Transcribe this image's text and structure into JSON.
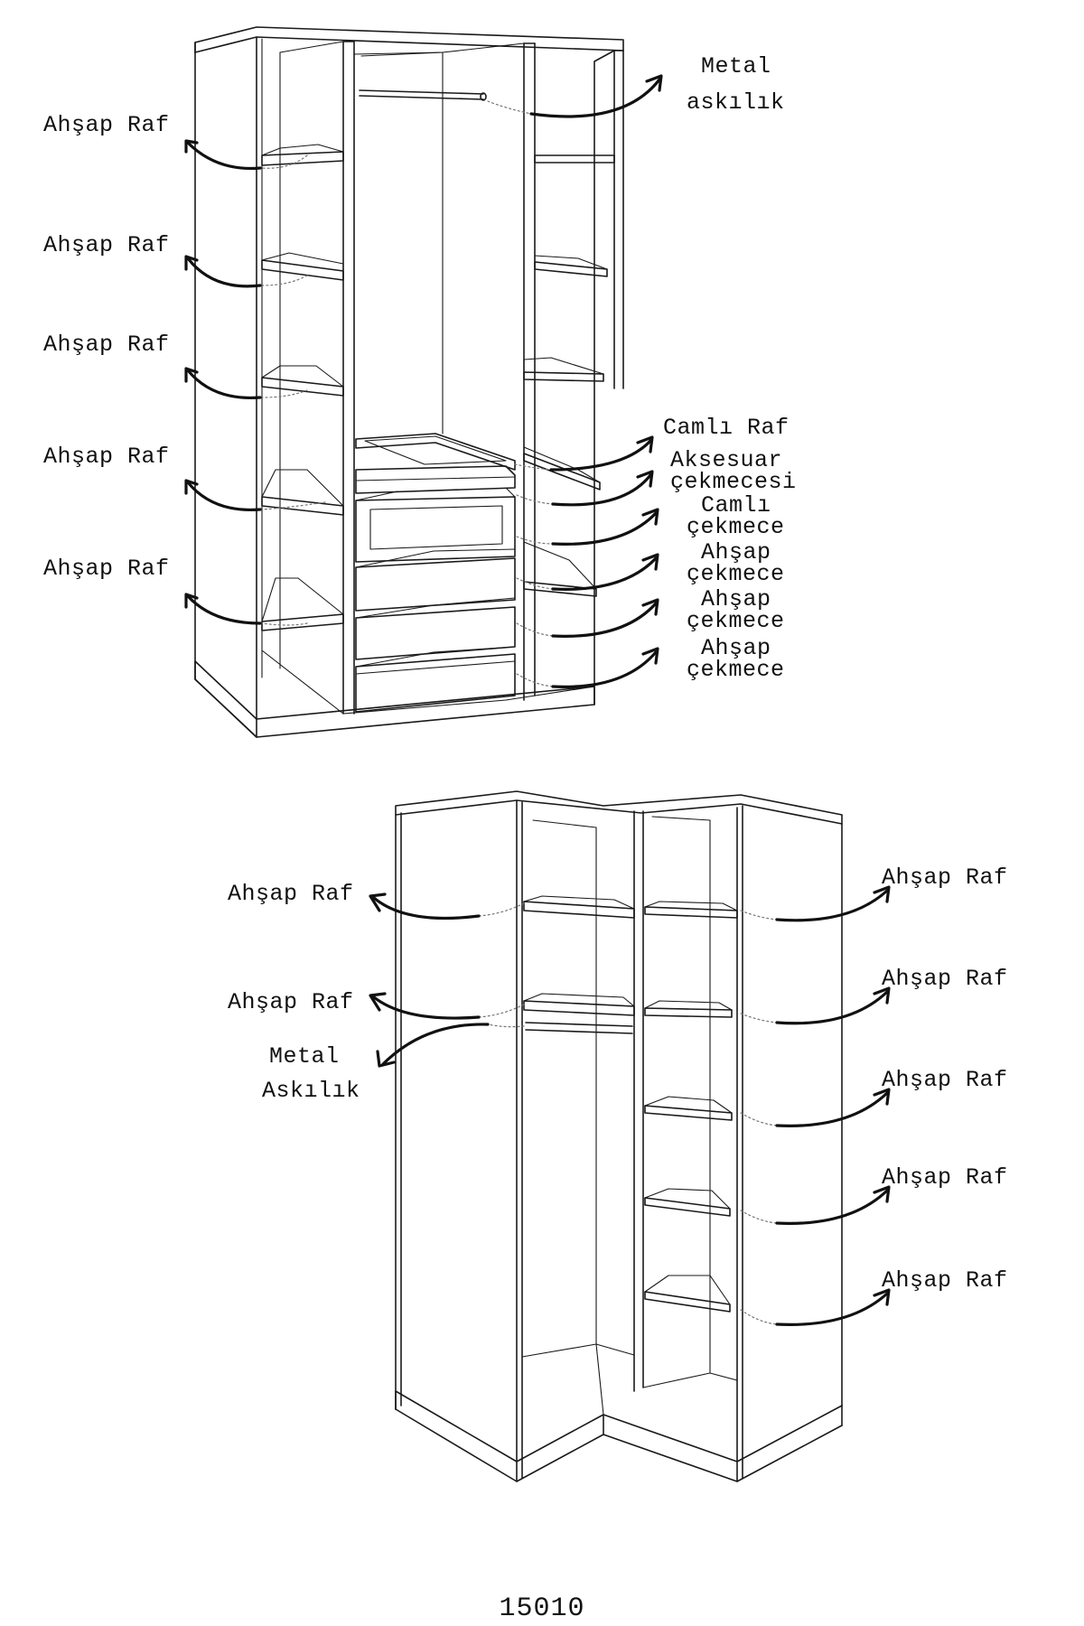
{
  "labels": {
    "ahsap_raf": "Ahşap Raf",
    "metal_askilik_lower": "Metal\naskılık",
    "metal_askilik_upper": "Metal\nAskılık",
    "camli_raf": "Camlı Raf",
    "aksesuar_cekmecesi": "Aksesuar\nçekmecesi",
    "camli_cekmece": "Camlı\nçekmece",
    "ahsap_cekmece": "Ahşap\nçekmece"
  },
  "top_wardrobe": {
    "left_labels": [
      "Ahşap Raf",
      "Ahşap Raf",
      "Ahşap Raf",
      "Ahşap Raf",
      "Ahşap Raf"
    ],
    "right_labels": [
      [
        "Metal",
        "askılık"
      ],
      [
        "Camlı Raf"
      ],
      [
        "Aksesuar",
        "çekmecesi"
      ],
      [
        "Camlı",
        "çekmece"
      ],
      [
        "Ahşap",
        "çekmece"
      ],
      [
        "Ahşap",
        "çekmece"
      ],
      [
        "Ahşap",
        "çekmece"
      ]
    ]
  },
  "bottom_wardrobe": {
    "left_labels": [
      [
        "Ahşap Raf"
      ],
      [
        "Ahşap Raf"
      ],
      [
        "Metal",
        "Askılık"
      ]
    ],
    "right_labels": [
      "Ahşap Raf",
      "Ahşap Raf",
      "Ahşap Raf",
      "Ahşap Raf",
      "Ahşap Raf"
    ]
  },
  "model_code": "15010"
}
